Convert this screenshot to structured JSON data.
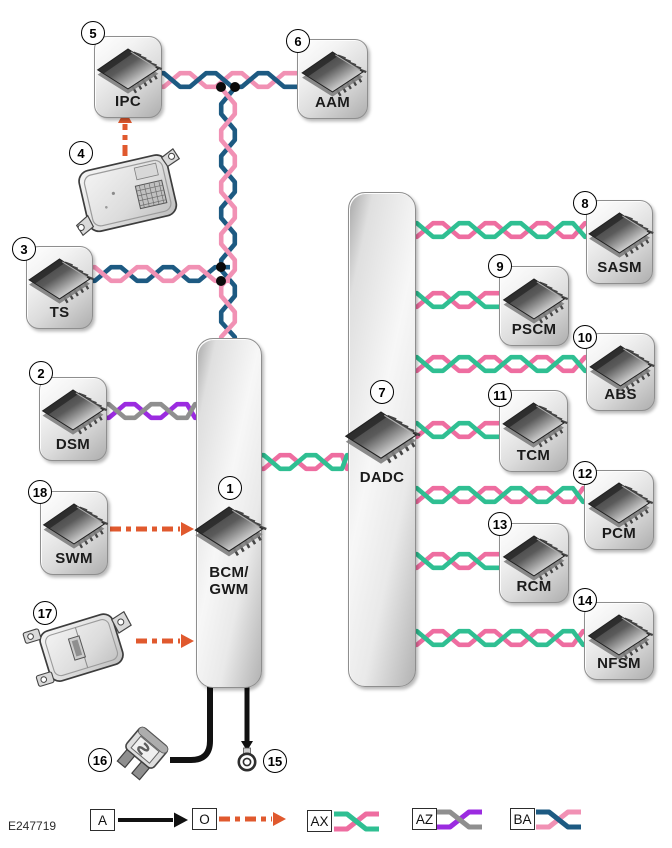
{
  "figure_id": "E247719",
  "modules": [
    {
      "number": "1",
      "name": "bcm-gwm",
      "label_lines": [
        "BCM/",
        "GWM"
      ]
    },
    {
      "number": "2",
      "name": "dsm",
      "label_lines": [
        "DSM"
      ]
    },
    {
      "number": "3",
      "name": "ts",
      "label_lines": [
        "TS"
      ]
    },
    {
      "number": "4",
      "name": "module-4",
      "label_lines": []
    },
    {
      "number": "5",
      "name": "ipc",
      "label_lines": [
        "IPC"
      ]
    },
    {
      "number": "6",
      "name": "aam",
      "label_lines": [
        "AAM"
      ]
    },
    {
      "number": "7",
      "name": "dadc",
      "label_lines": [
        "DADC"
      ]
    },
    {
      "number": "8",
      "name": "sasm",
      "label_lines": [
        "SASM"
      ]
    },
    {
      "number": "9",
      "name": "pscm",
      "label_lines": [
        "PSCM"
      ]
    },
    {
      "number": "10",
      "name": "abs",
      "label_lines": [
        "ABS"
      ]
    },
    {
      "number": "11",
      "name": "tcm",
      "label_lines": [
        "TCM"
      ]
    },
    {
      "number": "12",
      "name": "pcm",
      "label_lines": [
        "PCM"
      ]
    },
    {
      "number": "13",
      "name": "rcm",
      "label_lines": [
        "RCM"
      ]
    },
    {
      "number": "14",
      "name": "nfsm",
      "label_lines": [
        "NFSM"
      ]
    },
    {
      "number": "15",
      "name": "ground-eyelet",
      "label_lines": []
    },
    {
      "number": "16",
      "name": "fuse",
      "label_lines": []
    },
    {
      "number": "17",
      "name": "module-17",
      "label_lines": []
    },
    {
      "number": "18",
      "name": "swm",
      "label_lines": [
        "SWM"
      ]
    }
  ],
  "networks": {
    "A": {
      "style": "solid-arrow",
      "color": "#111111"
    },
    "O": {
      "style": "dashed-arrow",
      "color": "#e0592e"
    },
    "AX": {
      "style": "twisted-pair",
      "colors": [
        "#2fbf92",
        "#ee6da0"
      ]
    },
    "AZ": {
      "style": "twisted-pair",
      "colors": [
        "#8f8f8f",
        "#9b2be0"
      ]
    },
    "BA": {
      "style": "twisted-pair",
      "colors": [
        "#1d5a82",
        "#f191b4"
      ]
    }
  },
  "legend": {
    "items": [
      {
        "code": "A"
      },
      {
        "code": "O"
      },
      {
        "code": "AX"
      },
      {
        "code": "AZ"
      },
      {
        "code": "BA"
      }
    ]
  },
  "connections": [
    {
      "from": "IPC (5)",
      "to": "AAM (6)",
      "network": "BA"
    },
    {
      "from": "BA bus",
      "to": "BCM/GWM (1)",
      "network": "BA"
    },
    {
      "from": "TS (3)",
      "to": "BA bus",
      "network": "BA"
    },
    {
      "from": "DSM (2)",
      "to": "BCM/GWM (1)",
      "network": "AZ"
    },
    {
      "from": "BCM/GWM (1)",
      "to": "DADC (7)",
      "network": "AX"
    },
    {
      "from": "DADC (7)",
      "to": "SASM (8)",
      "network": "AX"
    },
    {
      "from": "DADC (7)",
      "to": "PSCM (9)",
      "network": "AX"
    },
    {
      "from": "DADC (7)",
      "to": "ABS (10)",
      "network": "AX"
    },
    {
      "from": "DADC (7)",
      "to": "TCM (11)",
      "network": "AX"
    },
    {
      "from": "DADC (7)",
      "to": "PCM (12)",
      "network": "AX"
    },
    {
      "from": "DADC (7)",
      "to": "RCM (13)",
      "network": "AX"
    },
    {
      "from": "DADC (7)",
      "to": "NFSM (14)",
      "network": "AX"
    },
    {
      "from": "module-4",
      "to": "IPC (5)",
      "network": "O"
    },
    {
      "from": "SWM (18)",
      "to": "BCM/GWM (1)",
      "network": "O"
    },
    {
      "from": "module-17",
      "to": "BCM/GWM (1)",
      "network": "O"
    },
    {
      "from": "BCM/GWM (1)",
      "to": "fuse (16)",
      "network": "A"
    },
    {
      "from": "BCM/GWM (1)",
      "to": "ground-eyelet (15)",
      "network": "A"
    }
  ]
}
